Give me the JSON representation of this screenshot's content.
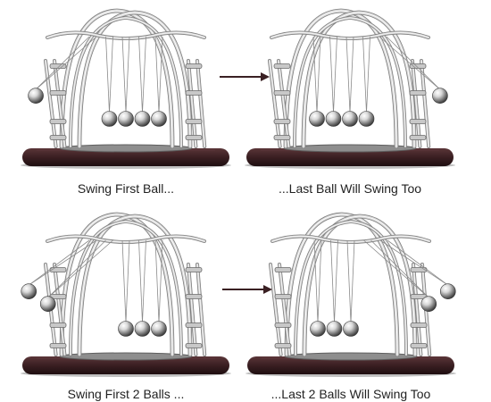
{
  "panels": [
    {
      "caption": "Swing First Ball...",
      "left_balls_out": 1,
      "right_balls_out": 0
    },
    {
      "caption": "...Last Ball Will Swing Too",
      "left_balls_out": 0,
      "right_balls_out": 1
    },
    {
      "caption": "Swing First 2 Balls ...",
      "left_balls_out": 2,
      "right_balls_out": 0
    },
    {
      "caption": "...Last 2 Balls Will Swing Too",
      "left_balls_out": 0,
      "right_balls_out": 2
    }
  ],
  "arrows": [
    {
      "from_panel": 1,
      "to_panel": 2
    },
    {
      "from_panel": 3,
      "to_panel": 4
    }
  ],
  "ball_count": 5,
  "colors": {
    "base": "#3a1f22",
    "base_dark": "#1e0e10",
    "base_light": "#5a3538",
    "chrome": "#d4d4d4",
    "chrome_dark": "#7e7e7e",
    "arrow": "#3a2023",
    "text": "#222222"
  }
}
